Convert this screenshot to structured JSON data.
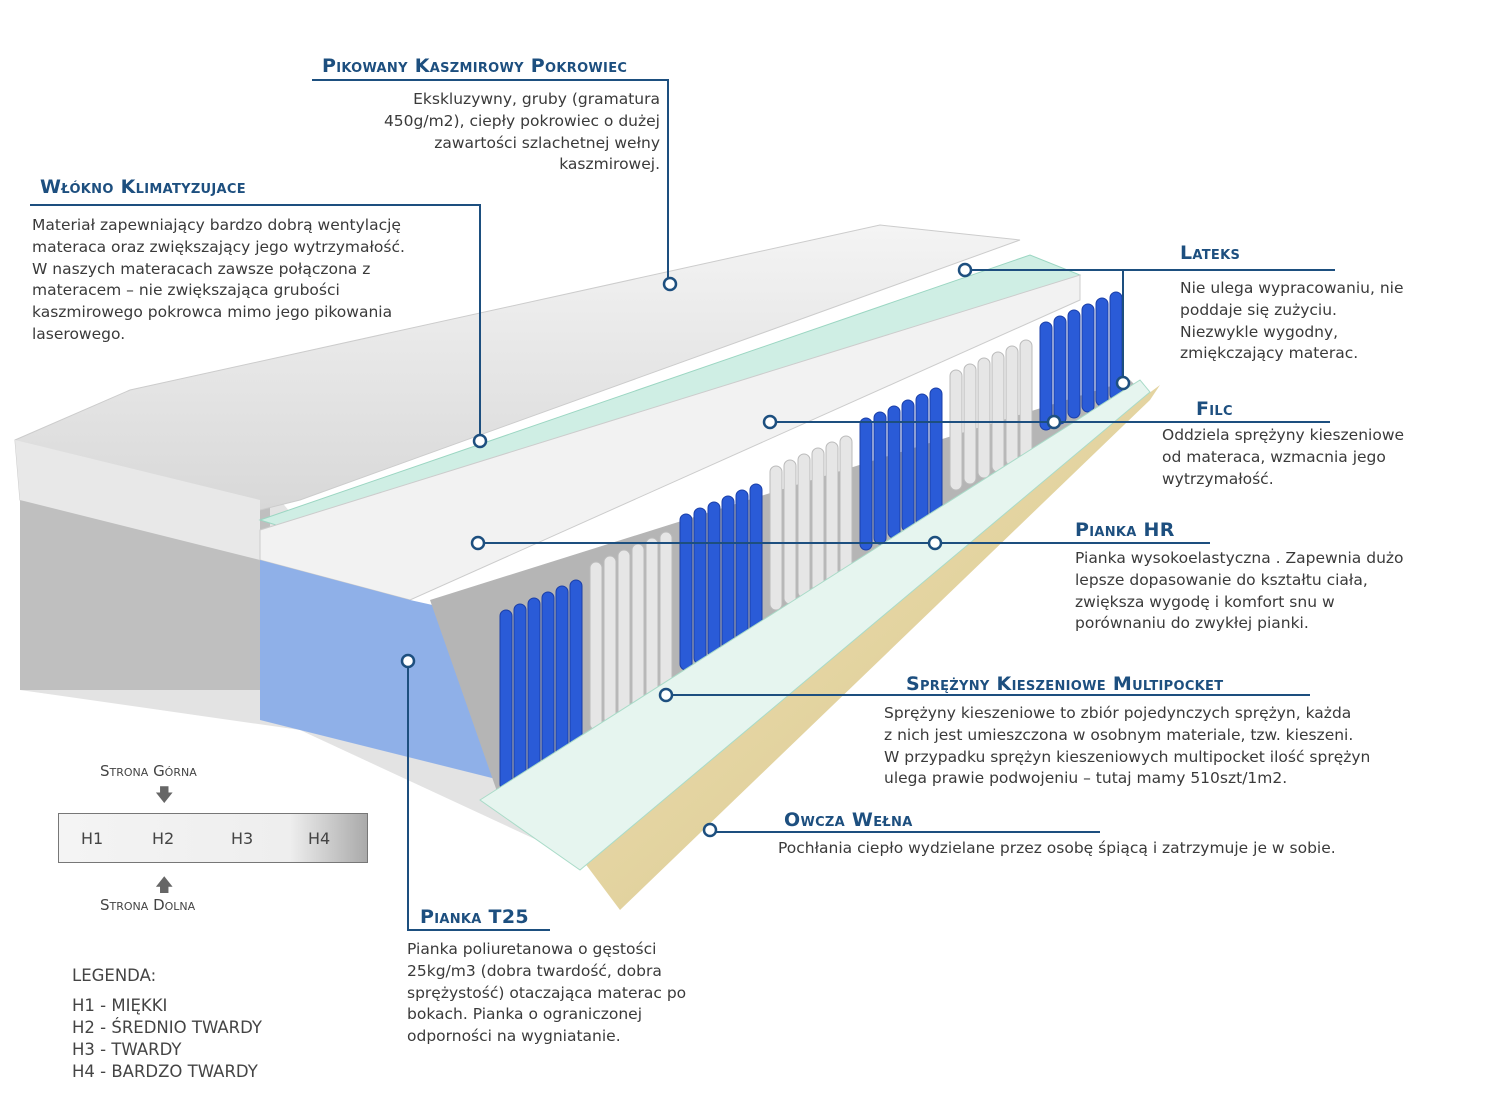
{
  "callouts": {
    "cover": {
      "title": "Pikowany Kaszmirowy Pokrowiec",
      "lines": [
        "Ekskluzywny, gruby (gramatura",
        "450g/m2), ciepły pokrowiec o dużej",
        "zawartości szlachetnej wełny",
        "kaszmirowej."
      ]
    },
    "fiber": {
      "title": "Włókno Klimatyzujace",
      "lines": [
        "Materiał zapewniający bardzo dobrą wentylację",
        "materaca oraz zwiększający jego wytrzymałość.",
        "W naszych materacach zawsze połączona z",
        "materacem – nie zwiększająca grubości",
        "kaszmirowego pokrowca mimo jego pikowania",
        "laserowego."
      ]
    },
    "latex": {
      "title": "Lateks",
      "lines": [
        "Nie ulega wypracowaniu, nie",
        "poddaje się zużyciu.",
        "Niezwykle wygodny,",
        "zmiękczający materac."
      ]
    },
    "felt": {
      "title": "Filc",
      "lines": [
        "Oddziela sprężyny kieszeniowe",
        "od materaca, wzmacnia jego",
        "wytrzymałość."
      ]
    },
    "hr": {
      "title": "Pianka HR",
      "lines": [
        "Pianka wysokoelastyczna . Zapewnia dużo",
        "lepsze dopasowanie do kształtu ciała,",
        "zwiększa wygodę i komfort snu w",
        "porównaniu do zwykłej pianki."
      ]
    },
    "springs": {
      "title": "Sprężyny Kieszeniowe  Multipocket",
      "lines": [
        "Sprężyny kieszeniowe to zbiór pojedynczych sprężyn, każda",
        "z nich jest umieszczona w osobnym materiale, tzw. kieszeni.",
        "W przypadku sprężyn kieszeniowych multipocket ilość sprężyn",
        "ulega prawie podwojeniu – tutaj mamy 510szt/1m2."
      ]
    },
    "wool": {
      "title": "Owcza Wełna",
      "lines": [
        "Pochłania ciepło wydzielane przez osobę śpiącą i zatrzymuje je w sobie."
      ]
    },
    "t25": {
      "title": "Pianka T25",
      "lines": [
        "Pianka poliuretanowa o gęstości",
        "25kg/m3 (dobra twardość, dobra",
        "sprężystość) otaczająca materac po",
        "bokach. Pianka o ograniczonej",
        "odporności na wygniatanie."
      ]
    }
  },
  "firmness": {
    "top_label": "Strona Górna",
    "bottom_label": "Strona Dolna",
    "levels": [
      "H1",
      "H2",
      "H3",
      "H4"
    ]
  },
  "legend": {
    "title": "LEGENDA:",
    "items": [
      "H1 - MIĘKKI",
      "H2 - ŚREDNIO TWARDY",
      "H3 - TWARDY",
      "H4 - BARDZO TWARDY"
    ]
  },
  "colors": {
    "accent": "#1d4f7f",
    "spring_blue": "#2a5bd7",
    "foam_blue": "#8fb0e8"
  }
}
